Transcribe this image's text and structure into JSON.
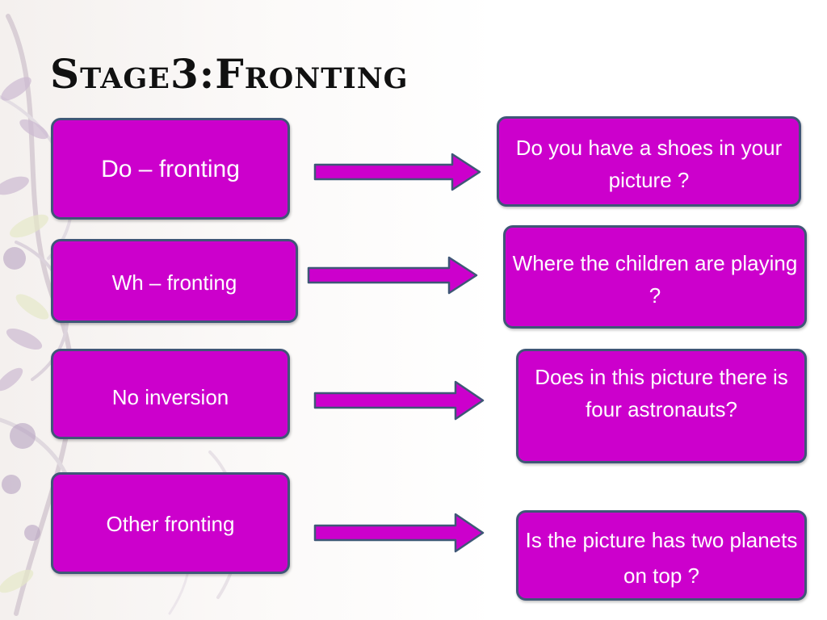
{
  "slide": {
    "title": "Stage3:Fronting",
    "left_items": [
      {
        "label": "Do – fronting"
      },
      {
        "label": "Wh – fronting"
      },
      {
        "label": "No inversion"
      },
      {
        "label": "Other fronting"
      }
    ],
    "right_items": [
      {
        "label": "Do you have a shoes in your picture ?"
      },
      {
        "label": "Where the children are playing ?"
      },
      {
        "label": "Does in this picture there is four astronauts?"
      },
      {
        "label": "Is the picture has two planets on top ?"
      }
    ]
  },
  "colors": {
    "box_fill": "#cc00cc",
    "box_border": "#3f5777",
    "title_text": "#111111",
    "box_text": "#ffffff"
  },
  "icons": {
    "arrow": "right-arrow-icon",
    "decoration": "floral-decoration"
  }
}
